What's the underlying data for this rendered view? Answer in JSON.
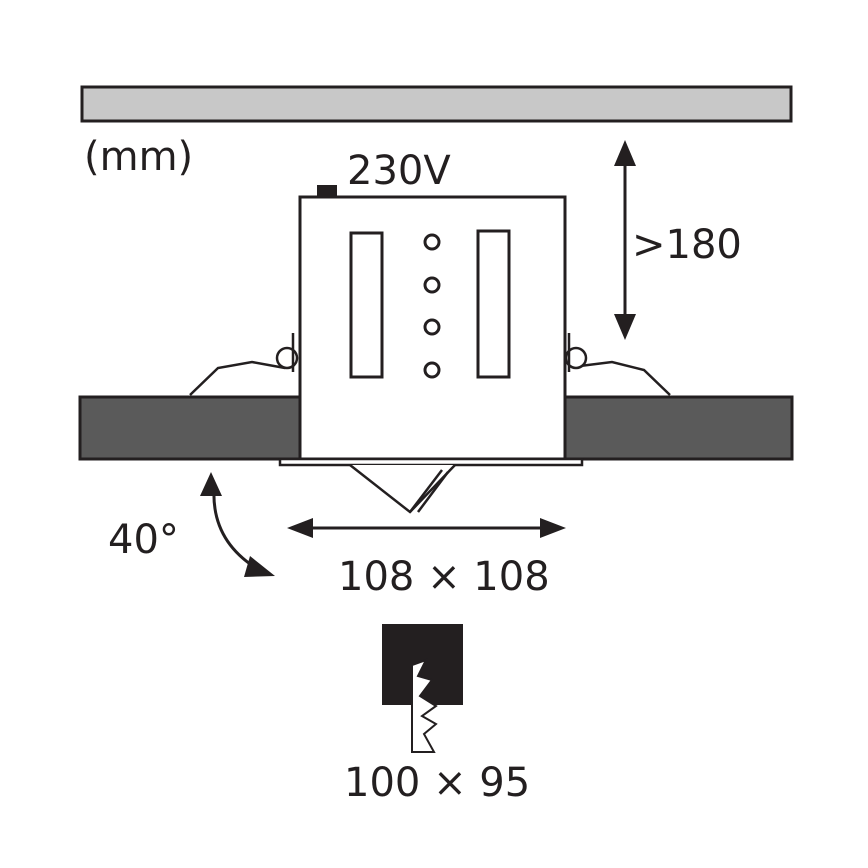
{
  "labels": {
    "unit": "(mm)",
    "voltage": "230V",
    "min_height": ">180",
    "tilt_angle": "40°",
    "outer_size": "108 × 108",
    "cutout_size": "100 × 95"
  },
  "colors": {
    "ceiling": "#c8c8c8",
    "panel": "#5a5a5a",
    "ink": "#231f20",
    "background": "#ffffff",
    "cutout_symbol": "#231f20"
  },
  "icons": {
    "cutout": "saw-cutout-icon"
  }
}
